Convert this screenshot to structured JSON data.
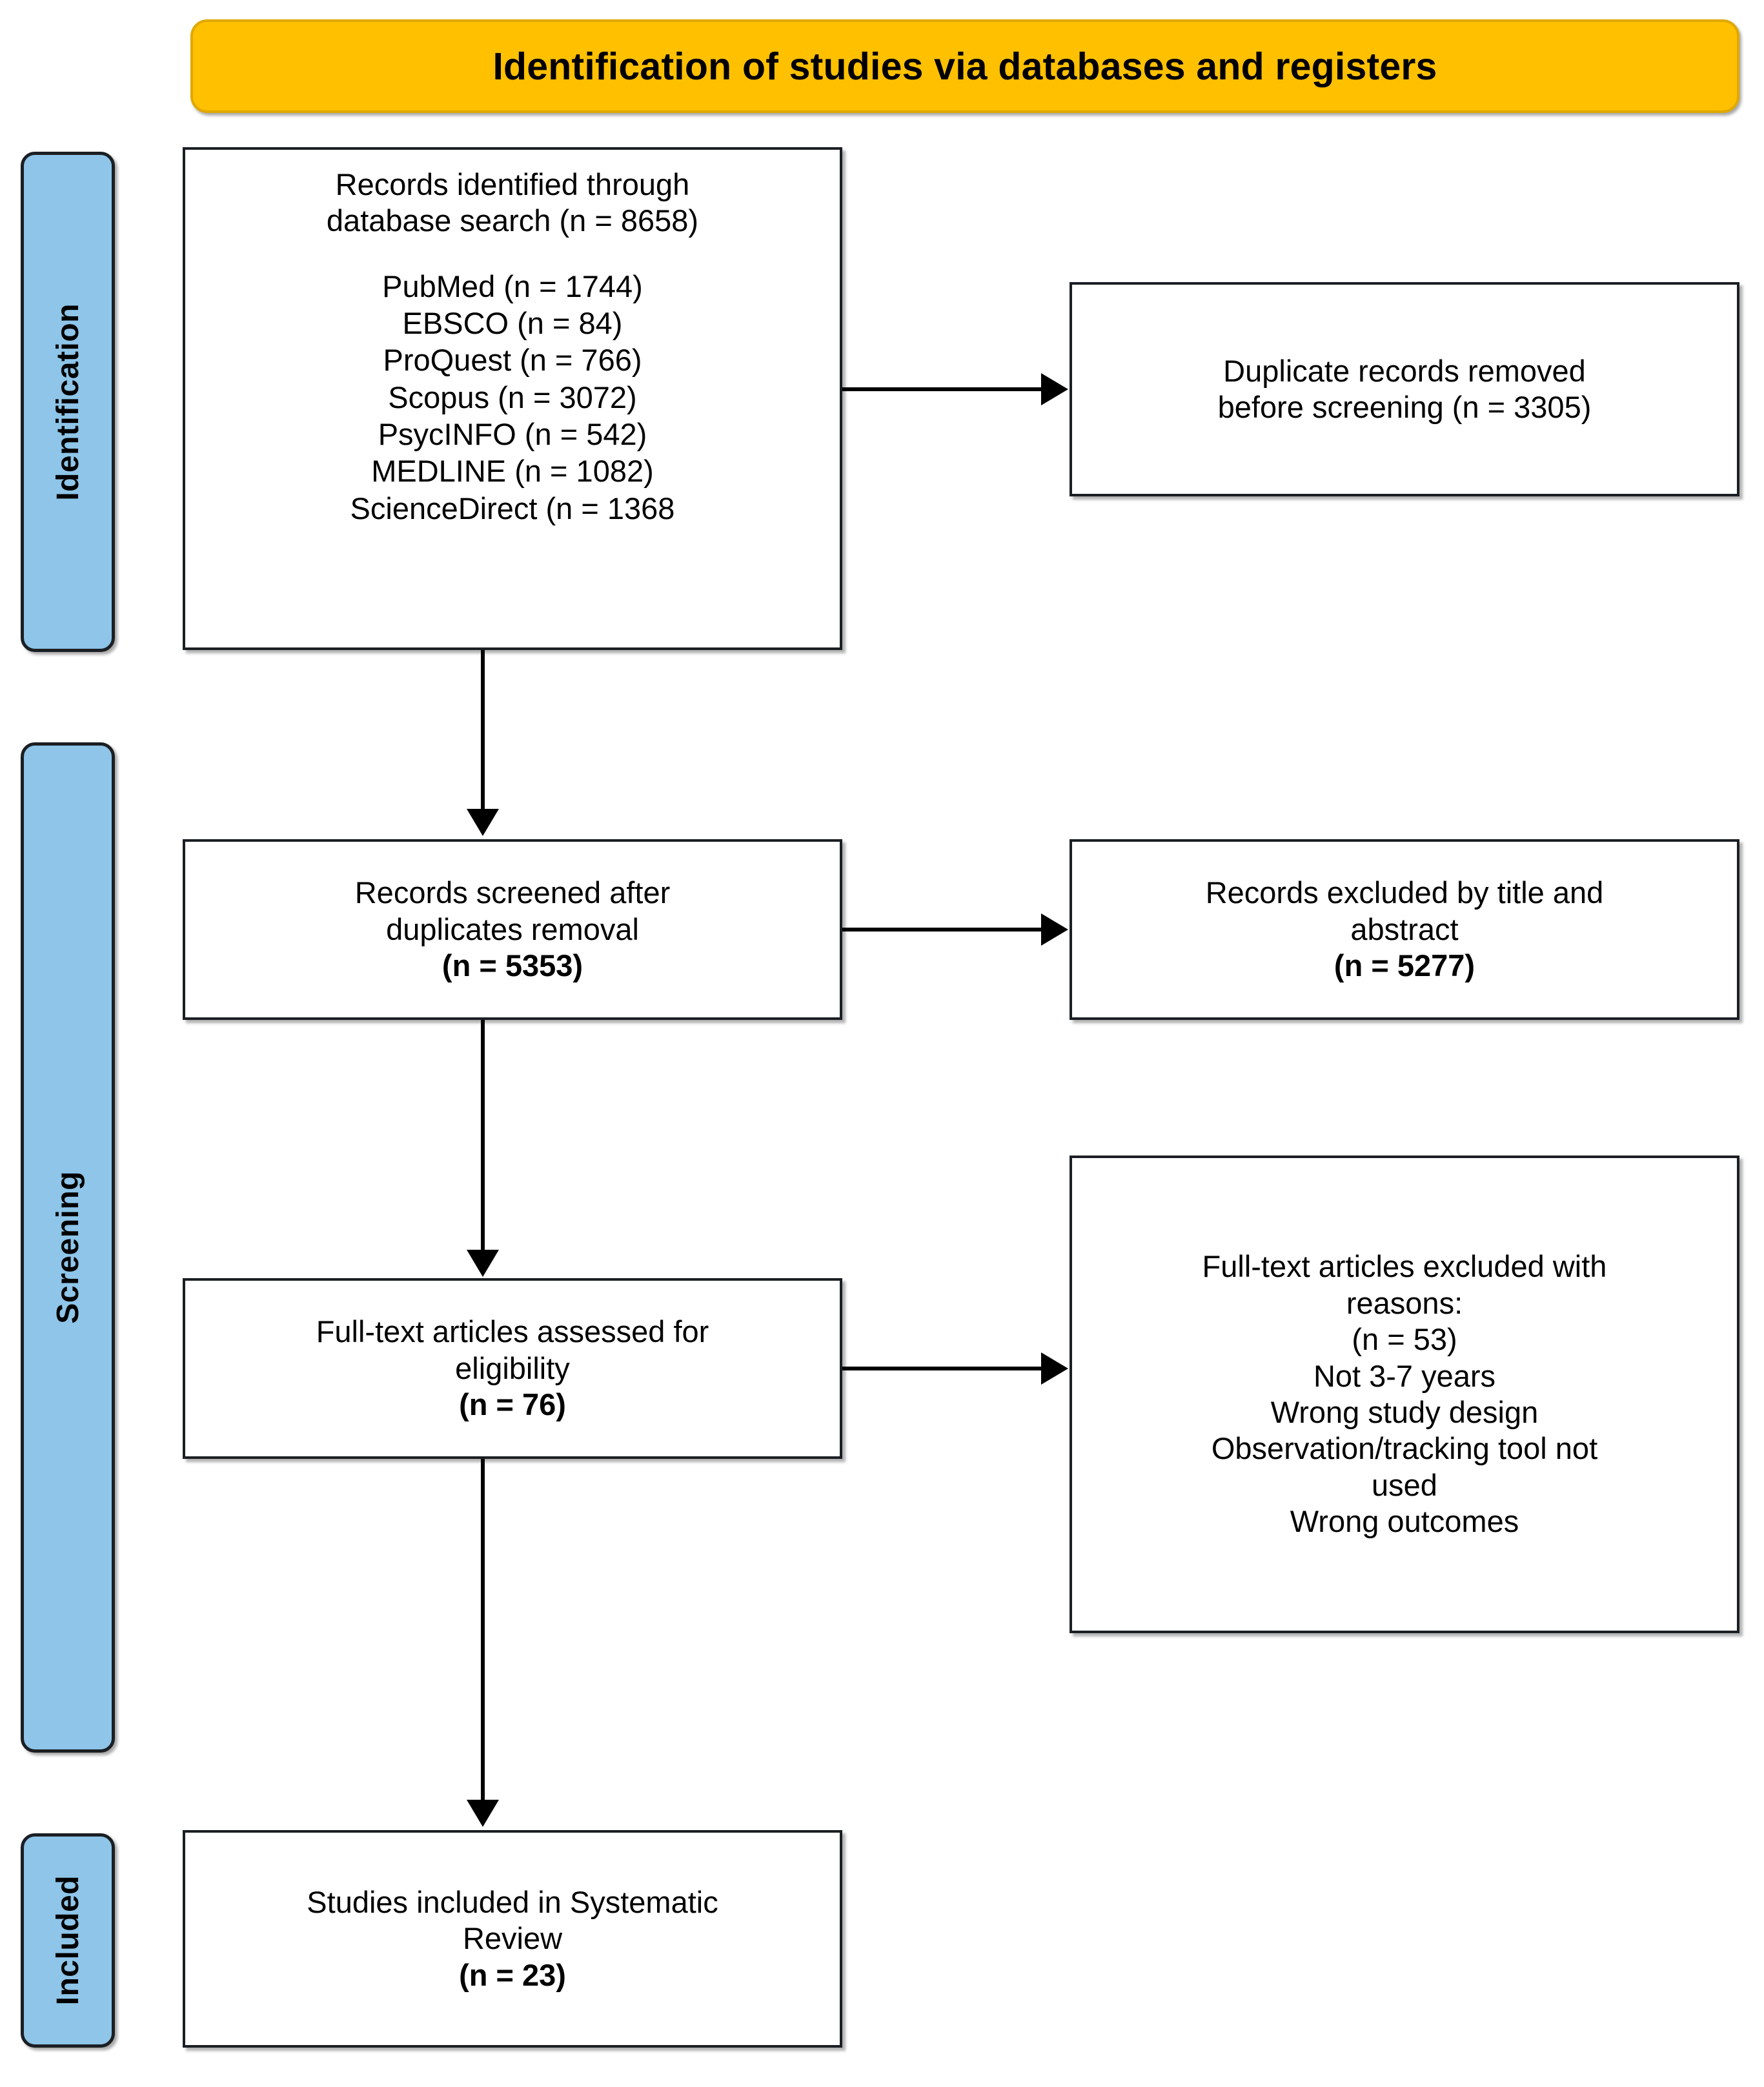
{
  "banner": {
    "title": "Identification of studies via databases and registers",
    "color": "#FFC000"
  },
  "stages": {
    "color": "#8EC5E8",
    "identification": "Identification",
    "screening": "Screening",
    "included": "Included"
  },
  "boxes": {
    "identified": {
      "line1": "Records identified through",
      "line2": "database search ",
      "count": "(n = 8658)",
      "databases": [
        "PubMed (n = 1744)",
        "EBSCO (n = 84)",
        "ProQuest (n = 766)",
        "Scopus (n = 3072)",
        "PsycINFO (n = 542)",
        "MEDLINE (n = 1082)",
        "ScienceDirect (n = 1368"
      ]
    },
    "duplicates_removed": {
      "line1": "Duplicate records removed",
      "line2": "before screening ",
      "count": "(n = 3305)"
    },
    "screened": {
      "line1": "Records screened after",
      "line2": "duplicates removal",
      "count": "(n = 5353)"
    },
    "excluded_title_abstract": {
      "line1": "Records excluded by title and",
      "line2": "abstract",
      "count": "(n = 5277)"
    },
    "fulltext_assessed": {
      "line1": "Full-text articles assessed for",
      "line2": "eligibility",
      "count": "(n = 76)"
    },
    "fulltext_excluded": {
      "line1": "Full-text articles excluded with",
      "line2": "reasons:",
      "count": "(n = 53)",
      "reasons": [
        "Not 3-7 years",
        "Wrong study design",
        "Observation/tracking tool not",
        "used",
        "Wrong outcomes"
      ]
    },
    "included_studies": {
      "line1": "Studies included in Systematic",
      "line2": "Review",
      "count": "(n = 23)"
    }
  }
}
